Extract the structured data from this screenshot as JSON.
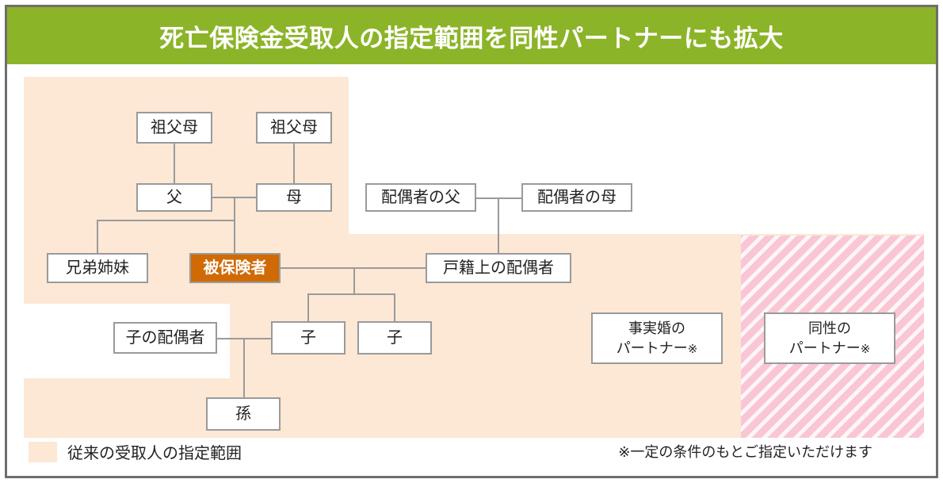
{
  "header": {
    "title": "死亡保険金受取人の指定範囲を同性パートナーにも拡大",
    "bg_color": "#8cb428",
    "text_color": "#ffffff"
  },
  "colors": {
    "beige_region": "#fce8d5",
    "pink_region": "#fac6d3",
    "insured_box": "#d06a05",
    "box_border": "#9a9a9a",
    "frame_border": "#6e6e6e",
    "line": "#9a9a9a"
  },
  "diagram": {
    "nodes": [
      {
        "id": "grandparents_paternal",
        "label": "祖父母"
      },
      {
        "id": "grandparents_maternal",
        "label": "祖父母"
      },
      {
        "id": "father",
        "label": "父"
      },
      {
        "id": "mother",
        "label": "母"
      },
      {
        "id": "spouse_father",
        "label": "配偶者の父"
      },
      {
        "id": "spouse_mother",
        "label": "配偶者の母"
      },
      {
        "id": "siblings",
        "label": "兄弟姉妹"
      },
      {
        "id": "insured",
        "label": "被保険者"
      },
      {
        "id": "legal_spouse",
        "label": "戸籍上の配偶者"
      },
      {
        "id": "child_spouse",
        "label": "子の配偶者"
      },
      {
        "id": "child_1",
        "label": "子"
      },
      {
        "id": "child_2",
        "label": "子"
      },
      {
        "id": "grandchild",
        "label": "孫"
      },
      {
        "id": "common_law_partner",
        "line1": "事実婚の",
        "line2": "パートナー",
        "mark": "※"
      },
      {
        "id": "same_sex_partner",
        "line1": "同性の",
        "line2": "パートナー",
        "mark": "※"
      }
    ]
  },
  "legend": {
    "label": "従来の受取人の指定範囲",
    "swatch_color": "#fce8d5"
  },
  "footnote": {
    "text": "※一定の条件のもとご指定いただけます"
  }
}
